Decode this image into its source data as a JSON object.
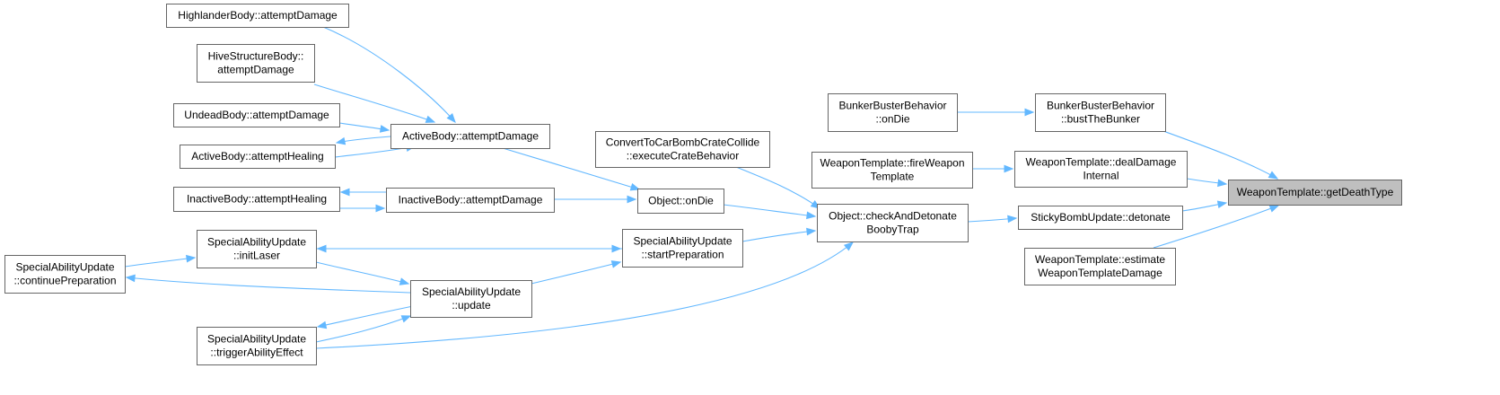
{
  "diagram": {
    "type": "call-graph",
    "edge_color": "#63b8ff",
    "root_fill": "#bfbfbf",
    "node_fill": "#ffffff",
    "node_border": "#666666",
    "nodes": [
      {
        "id": "root",
        "lines": [
          "WeaponTemplate::getDeathType"
        ]
      },
      {
        "id": "bustTheBunker",
        "lines": [
          "BunkerBusterBehavior",
          "::bustTheBunker"
        ]
      },
      {
        "id": "bunkerOnDie",
        "lines": [
          "BunkerBusterBehavior",
          "::onDie"
        ]
      },
      {
        "id": "dealDamageInternal",
        "lines": [
          "WeaponTemplate::dealDamage",
          "Internal"
        ]
      },
      {
        "id": "fireWeaponTemplate",
        "lines": [
          "WeaponTemplate::fireWeapon",
          "Template"
        ]
      },
      {
        "id": "stickyDetonate",
        "lines": [
          "StickyBombUpdate::detonate"
        ]
      },
      {
        "id": "estimateDamage",
        "lines": [
          "WeaponTemplate::estimate",
          "WeaponTemplateDamage"
        ]
      },
      {
        "id": "checkAndDetonate",
        "lines": [
          "Object::checkAndDetonate",
          "BoobyTrap"
        ]
      },
      {
        "id": "executeCrate",
        "lines": [
          "ConvertToCarBombCrateCollide",
          "::executeCrateBehavior"
        ]
      },
      {
        "id": "objectOnDie",
        "lines": [
          "Object::onDie"
        ]
      },
      {
        "id": "startPreparation",
        "lines": [
          "SpecialAbilityUpdate",
          "::startPreparation"
        ]
      },
      {
        "id": "activeAttemptDamage",
        "lines": [
          "ActiveBody::attemptDamage"
        ]
      },
      {
        "id": "inactiveAttemptDamage",
        "lines": [
          "InactiveBody::attemptDamage"
        ]
      },
      {
        "id": "saUpdate",
        "lines": [
          "SpecialAbilityUpdate",
          "::update"
        ]
      },
      {
        "id": "highlander",
        "lines": [
          "HighlanderBody::attemptDamage"
        ]
      },
      {
        "id": "hiveStructure",
        "lines": [
          "HiveStructureBody::",
          "attemptDamage"
        ]
      },
      {
        "id": "undead",
        "lines": [
          "UndeadBody::attemptDamage"
        ]
      },
      {
        "id": "activeHealing",
        "lines": [
          "ActiveBody::attemptHealing"
        ]
      },
      {
        "id": "inactiveHealing",
        "lines": [
          "InactiveBody::attemptHealing"
        ]
      },
      {
        "id": "initLaser",
        "lines": [
          "SpecialAbilityUpdate",
          "::initLaser"
        ]
      },
      {
        "id": "triggerAbility",
        "lines": [
          "SpecialAbilityUpdate",
          "::triggerAbilityEffect"
        ]
      },
      {
        "id": "continuePrep",
        "lines": [
          "SpecialAbilityUpdate",
          "::continuePreparation"
        ]
      }
    ],
    "edges": [
      {
        "from": "bustTheBunker",
        "to": "root"
      },
      {
        "from": "dealDamageInternal",
        "to": "root"
      },
      {
        "from": "stickyDetonate",
        "to": "root"
      },
      {
        "from": "estimateDamage",
        "to": "root"
      },
      {
        "from": "bunkerOnDie",
        "to": "bustTheBunker"
      },
      {
        "from": "fireWeaponTemplate",
        "to": "dealDamageInternal"
      },
      {
        "from": "checkAndDetonate",
        "to": "stickyDetonate"
      },
      {
        "from": "executeCrate",
        "to": "checkAndDetonate"
      },
      {
        "from": "objectOnDie",
        "to": "checkAndDetonate"
      },
      {
        "from": "startPreparation",
        "to": "checkAndDetonate"
      },
      {
        "from": "triggerAbility",
        "to": "checkAndDetonate"
      },
      {
        "from": "activeAttemptDamage",
        "to": "objectOnDie"
      },
      {
        "from": "inactiveAttemptDamage",
        "to": "objectOnDie"
      },
      {
        "from": "initLaser",
        "to": "startPreparation"
      },
      {
        "from": "saUpdate",
        "to": "startPreparation"
      },
      {
        "from": "highlander",
        "to": "activeAttemptDamage"
      },
      {
        "from": "hiveStructure",
        "to": "activeAttemptDamage"
      },
      {
        "from": "undead",
        "to": "activeAttemptDamage"
      },
      {
        "from": "activeHealing",
        "to": "activeAttemptDamage"
      },
      {
        "from": "activeAttemptDamage",
        "to": "activeHealing"
      },
      {
        "from": "inactiveHealing",
        "to": "inactiveAttemptDamage"
      },
      {
        "from": "inactiveAttemptDamage",
        "to": "inactiveHealing"
      },
      {
        "from": "startPreparation",
        "to": "initLaser"
      },
      {
        "from": "initLaser",
        "to": "saUpdate"
      },
      {
        "from": "continuePrep",
        "to": "initLaser"
      },
      {
        "from": "saUpdate",
        "to": "continuePrep"
      },
      {
        "from": "triggerAbility",
        "to": "saUpdate"
      },
      {
        "from": "saUpdate",
        "to": "triggerAbility"
      }
    ]
  }
}
